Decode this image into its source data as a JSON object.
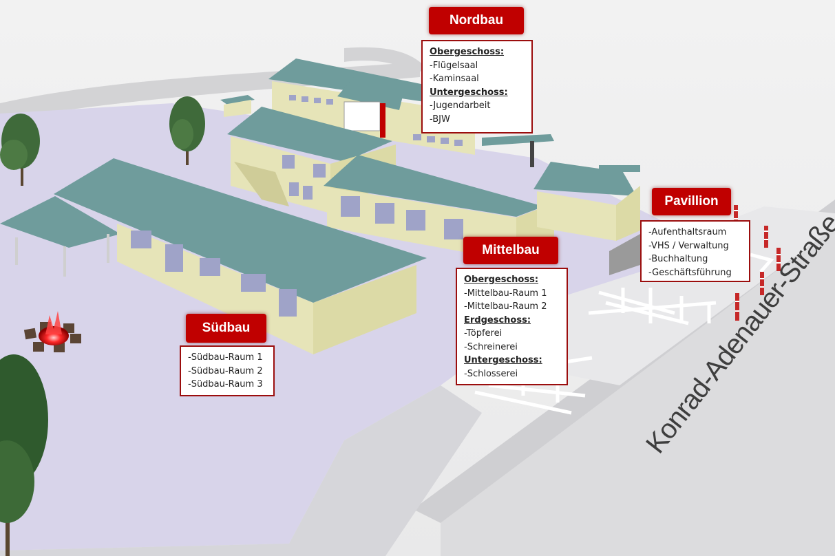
{
  "labels": {
    "nordbau": {
      "title": "Nordbau",
      "lines": [
        {
          "text": "Obergeschoss:",
          "heading": true
        },
        {
          "text": "-Flügelsaal",
          "heading": false
        },
        {
          "text": "-Kaminsaal",
          "heading": false
        },
        {
          "text": "Untergeschoss:",
          "heading": true
        },
        {
          "text": "-Jugendarbeit",
          "heading": false
        },
        {
          "text": "-BJW",
          "heading": false
        }
      ]
    },
    "pavillion": {
      "title": "Pavillion",
      "lines": [
        {
          "text": "-Aufenthaltsraum",
          "heading": false
        },
        {
          "text": "-VHS / Verwaltung",
          "heading": false
        },
        {
          "text": "-Buchhaltung",
          "heading": false
        },
        {
          "text": "-Geschäftsführung",
          "heading": false
        }
      ]
    },
    "mittelbau": {
      "title": "Mittelbau",
      "lines": [
        {
          "text": "Obergeschoss:",
          "heading": true
        },
        {
          "text": "-Mittelbau-Raum  1",
          "heading": false
        },
        {
          "text": "-Mittelbau-Raum  2",
          "heading": false
        },
        {
          "text": "Erdgeschoss:",
          "heading": true
        },
        {
          "text": "-Töpferei",
          "heading": false
        },
        {
          "text": "-Schreinerei",
          "heading": false
        },
        {
          "text": "Untergeschoss:",
          "heading": true
        },
        {
          "text": "-Schlosserei",
          "heading": false
        }
      ]
    },
    "suedbau": {
      "title": "Südbau",
      "lines": [
        {
          "text": "-Südbau-Raum  1",
          "heading": false
        },
        {
          "text": "-Südbau-Raum  2",
          "heading": false
        },
        {
          "text": "-Südbau-Raum  3",
          "heading": false
        }
      ]
    }
  },
  "street_name": "Konrad-Adenauer-Straße",
  "colors": {
    "accent": "#c00000",
    "box_border": "#9b0d0d",
    "ground": "#d7d4ea",
    "roof": "#6f9c9c",
    "wall": "#e6e4b8",
    "road": "#d9d9db"
  }
}
